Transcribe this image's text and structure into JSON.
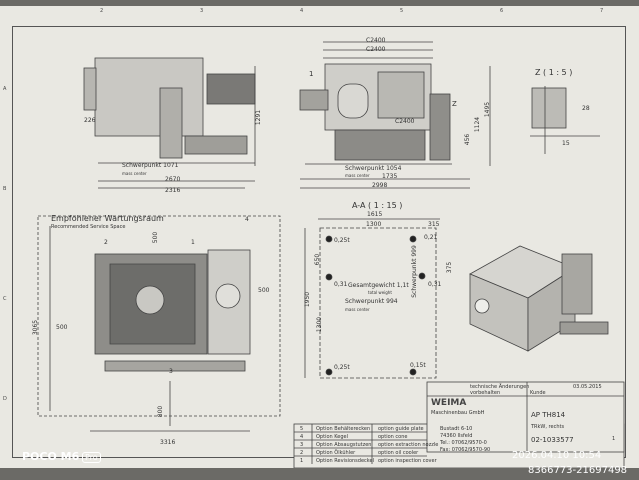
{
  "colors": {
    "paper": "#e9e8e2",
    "ink": "#333333",
    "machine_fill": "#c9c8c3",
    "dark_fill": "#6d6d6a",
    "photo_bg": "#6b6a66"
  },
  "frame": {
    "top_numbers": [
      "2",
      "3",
      "4",
      "5",
      "6",
      "7"
    ],
    "left_letters": [
      "A",
      "B",
      "C",
      "D"
    ]
  },
  "front_view": {
    "dims": [
      "2670",
      "2316",
      "1291",
      "226"
    ],
    "center_of_gravity": "Schwerpunkt 1071",
    "center_of_gravity_en": "mass center"
  },
  "side_view": {
    "dims": [
      "C2400",
      "C2400",
      "C2400",
      "1735",
      "2998",
      "1495",
      "1124",
      "456"
    ],
    "center_of_gravity": "Schwerpunkt 1054",
    "center_of_gravity_en": "mass center",
    "balloon": "1",
    "view_label": "Z"
  },
  "detail_view": {
    "title": "Z ( 1 : 5 )",
    "dims": [
      "28",
      "15"
    ]
  },
  "maintenance_view": {
    "title": "Empfohlener Wartungsraum",
    "subtitle": "Recommended Service Space",
    "dims": [
      "500",
      "500",
      "3065",
      "500",
      "800",
      "3316"
    ],
    "balloons": [
      "2",
      "1",
      "4",
      "3"
    ]
  },
  "section_view": {
    "title": "A-A ( 1 : 15 )",
    "dims": [
      "1615",
      "1300",
      "315",
      "1950",
      "1300",
      "650",
      "375"
    ],
    "points": [
      "0,25t",
      "0,21",
      "0,31",
      "0,31",
      "0,25t",
      "0,15t"
    ],
    "total_weight": "Gesamtgewicht 1,1t",
    "total_weight_en": "total weight",
    "cog_999": "Schwerpunkt 999",
    "cog_994": "Schwerpunkt 994",
    "cog_en": "mass center"
  },
  "options_table": {
    "rows": [
      {
        "num": "5",
        "de": "Option Behälterecken",
        "en": "option guide plate"
      },
      {
        "num": "4",
        "de": "Option Kegel",
        "en": "option cone"
      },
      {
        "num": "3",
        "de": "Option Absaugstutzen",
        "en": "option extraction nozzle"
      },
      {
        "num": "2",
        "de": "Option Ölkühler",
        "en": "option oil cooler"
      },
      {
        "num": "1",
        "de": "Option Revisionsdeckel",
        "en": "option inspection cover"
      }
    ]
  },
  "title_block": {
    "logo": "WEIMA",
    "company": "Maschinenbau GmbH",
    "address1": "Bustadt 6-10",
    "address2": "74360 Ilsfeld",
    "tel": "Tel.: 07062/9570-0",
    "fax": "Fax: 07062/9570-90",
    "note": "technische Änderungen",
    "note2": "vorbehalten",
    "model": "AP TH814",
    "variant": "TRkW, rechts",
    "drawing_no": "02-1033577",
    "date": "03.05.2015",
    "customer_label": "Kunde",
    "sheet": "1"
  },
  "watermark": {
    "camera": "POCO M6",
    "badge": "Pro",
    "datetime": "2026.04.10 10:54",
    "id": "8366773-21697498"
  }
}
